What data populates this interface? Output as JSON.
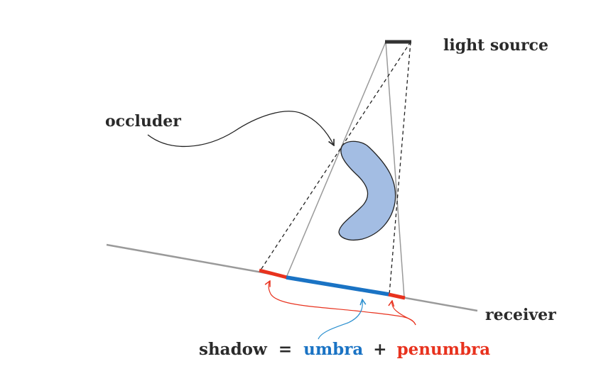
{
  "labels": {
    "light_source": "light source",
    "occluder": "occluder",
    "receiver": "receiver"
  },
  "equation": {
    "shadow": "shadow",
    "equals": "=",
    "umbra": "umbra",
    "plus": "+",
    "penumbra": "penumbra"
  },
  "colors": {
    "umbra": "#1a73c4",
    "penumbra": "#e8321e",
    "occluder_fill": "#a3bde3",
    "ray_solid": "#9a9a9a",
    "receiver_line": "#9a9a9a",
    "light_source": "#333333",
    "text": "#2a2a2a"
  }
}
